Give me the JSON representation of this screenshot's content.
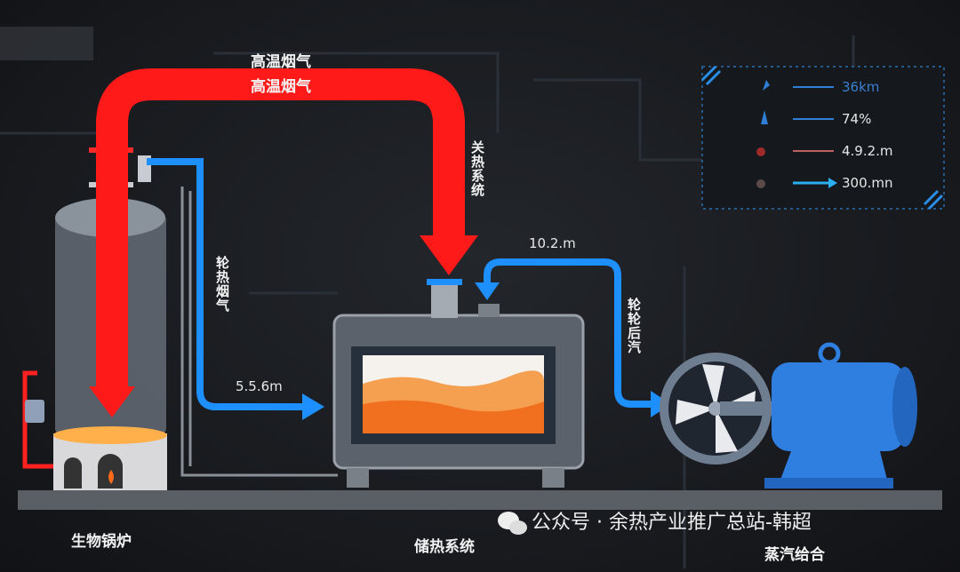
{
  "labels": {
    "hot_flue_gas_top": "高温烟气",
    "hot_flue_gas": "高温烟气",
    "heat_system": "关热系统",
    "waste_heat_flue": "轮热烟气",
    "turbine_steam": "轮轮后汽",
    "boiler": "生物锅炉",
    "storage": "储热系统",
    "steam_unit": "蒸汽给合"
  },
  "measurements": {
    "inlet": "5.5.6m",
    "return": "10.2.m"
  },
  "legend": [
    {
      "icon": "flame-icon",
      "value": "36km",
      "color": "#2f7fd6"
    },
    {
      "icon": "drop-icon",
      "value": "74%",
      "color": "#2f7fd6"
    },
    {
      "icon": "fire-icon",
      "value": "4.9.2.m",
      "color": "#c06060"
    },
    {
      "icon": "gear-icon",
      "value": "300.mn",
      "color": "#2ab0f0"
    }
  ],
  "watermark": "公众号 · 余热产业推广总站-韩超",
  "colors": {
    "hot": "#ff1a1a",
    "steam": "#1e8fff",
    "motor": "#2f7fe0"
  }
}
